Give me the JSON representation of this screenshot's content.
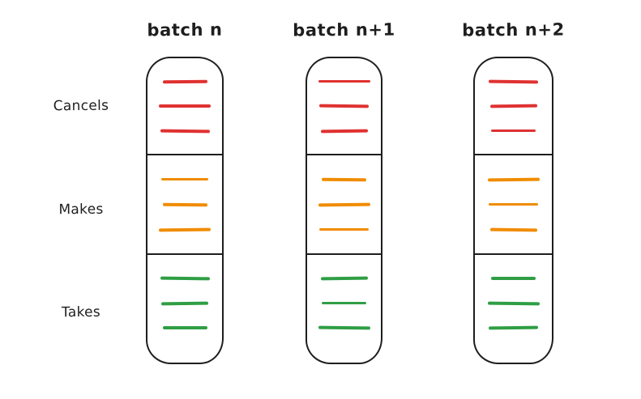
{
  "diagram": {
    "description": "Hand-drawn diagram of three order batches, each split into Cancels, Makes and Takes sections containing colored order lines",
    "batches": [
      {
        "title": "batch n"
      },
      {
        "title": "batch n+1"
      },
      {
        "title": "batch n+2"
      }
    ],
    "row_labels": [
      "Cancels",
      "Makes",
      "Takes"
    ],
    "sections": [
      {
        "name": "Cancels",
        "line_color": "#e03131",
        "line_count": 3
      },
      {
        "name": "Makes",
        "line_color": "#f08c00",
        "line_count": 3
      },
      {
        "name": "Takes",
        "line_color": "#2f9e44",
        "line_count": 3
      }
    ],
    "colors": {
      "outline": "#1e1e1e",
      "background": "#ffffff",
      "cancels_red": "#e03131",
      "makes_orange": "#f08c00",
      "takes_green": "#2f9e44"
    }
  }
}
